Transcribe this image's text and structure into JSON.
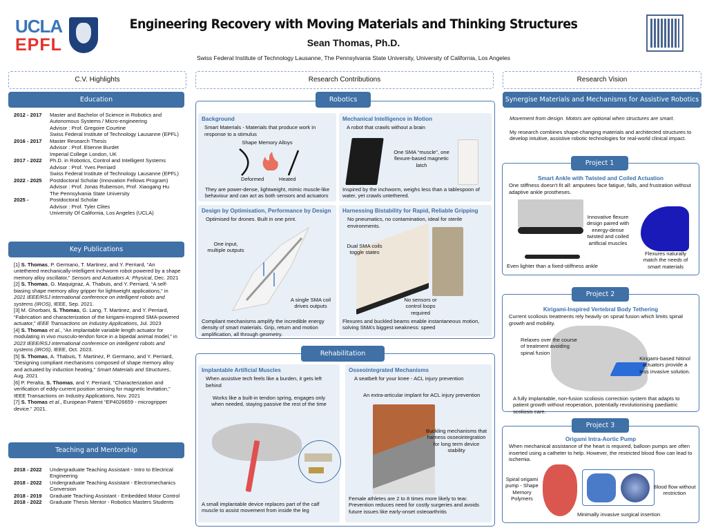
{
  "header": {
    "logo_ucla": "UCLA",
    "logo_epfl": "EPFL",
    "title": "Engineering Recovery with Moving Materials and Thinking Structures",
    "name": "Sean Thomas, Ph.D.",
    "affiliations": "Swiss Federal Institute of Technology Lausanne, The Pennsylvania State University, University of California, Los Angeles"
  },
  "columns": [
    "C.V. Highlights",
    "Research Contributions",
    "Research Vision"
  ],
  "education": {
    "title": "Education",
    "items": [
      {
        "years": "2012 - 2017",
        "lines": [
          "Master and Bachelor of Science in Robotics and Autonomous Systems / Micro-engineering",
          "Advisor : Prof. Gregoire Courtine",
          "Swiss Federal Institute of Technology Lausanne (EPFL)"
        ]
      },
      {
        "years": "2016 - 2017",
        "lines": [
          "Master Research Thesis",
          "Advisor : Prof. Etienne Burdet",
          "Imperial College London, UK"
        ]
      },
      {
        "years": "2017 - 2022",
        "lines": [
          "Ph.D. in Robotics, Control and Intelligent Systems",
          "Advisor : Prof. Yves Perriard",
          "Swiss Federal Institute of Technology Lausanne (EPFL)"
        ]
      },
      {
        "years": "2022 - 2025",
        "lines": [
          "Postdoctoral Scholar (Innovation Fellows Program)",
          "Advisor : Prof. Jonas Rubenson, Prof. Xiaogang Hu",
          "The Pennsylvania State University"
        ]
      },
      {
        "years": "2025 -",
        "lines": [
          "Postdoctoral Scholar",
          "Advisor : Prof. Tyler Clites",
          "University Of California, Los Angeles (UCLA)"
        ]
      }
    ]
  },
  "publications": {
    "title": "Key Publications",
    "items": [
      [
        {
          "t": "[1] "
        },
        {
          "t": "S. Thomas",
          "b": 1
        },
        {
          "t": ", P. Germano, T. Martinez, and Y. Perriard, “An untethered mechanically-intelligent inchworm robot powered by a shape memory alloy oscillator,” "
        },
        {
          "t": "Sensors and Actuators A: Physical",
          "i": 1
        },
        {
          "t": ", Dec. 2021"
        }
      ],
      [
        {
          "t": "[2] "
        },
        {
          "t": "S. Thomas",
          "b": 1
        },
        {
          "t": ", G. Maquignaz, A. Thabuis, and Y. Perriard, “A self-biasing shape memory alloy gripper for lightweight applications,” in "
        },
        {
          "t": "2021 IEEE/RSJ international conference on intelligent robots and systems (IROS)",
          "i": 1
        },
        {
          "t": ", IEEE, Sep. 2021."
        }
      ],
      [
        {
          "t": "[3] M. Ghorbani, "
        },
        {
          "t": "S. Thomas",
          "b": 1
        },
        {
          "t": ", G. Lang, T. Martinez, and Y. Perriard, “Fabrication and characterization of the kirigami-inspired SMA-powered actuator,” "
        },
        {
          "t": "IEEE Transactions on Industry Applications",
          "i": 1
        },
        {
          "t": ", Jul. 2023"
        }
      ],
      [
        {
          "t": "[4] "
        },
        {
          "t": "S. Thomas",
          "b": 1
        },
        {
          "t": " "
        },
        {
          "t": "et al.",
          "i": 1
        },
        {
          "t": ", “An implantable variable length actuator for modulating in vivo musculo-tendon force in a bipedal animal model,” in "
        },
        {
          "t": "2023 IEEE/RSJ international conference on intelligent robots and systems (IROS)",
          "i": 1
        },
        {
          "t": ", IEEE, Oct. 2023."
        }
      ],
      [
        {
          "t": "[5] "
        },
        {
          "t": "S. Thomas",
          "b": 1
        },
        {
          "t": ", A. Thabuis, T. Martinez, P. Germano, and Y. Perriard, “Designing compliant mechanisms composed of shape memory alloy and actuated by induction heating,” "
        },
        {
          "t": "Smart Materials and Structures",
          "i": 1
        },
        {
          "t": ", Aug. 2021"
        }
      ],
      [
        {
          "t": "[6] P. Peralta, "
        },
        {
          "t": "S. Thomas",
          "b": 1
        },
        {
          "t": ", and Y. Perriard, “Characterization and verification of eddy-current position sensing for magnetic levitation,” IEEE Transactions on Industry Applications, Nov. 2021"
        }
      ],
      [
        {
          "t": "[7] "
        },
        {
          "t": "S. Thomas",
          "b": 1
        },
        {
          "t": " "
        },
        {
          "t": "et al.",
          "i": 1
        },
        {
          "t": ", European Patent “EP4026659 - microgripper device.” 2021."
        }
      ]
    ]
  },
  "teaching": {
    "title": "Teaching and Mentorship",
    "items": [
      {
        "years": "2018 - 2022",
        "text": "Undergraduate Teaching Assistant - Intro to Electrical Engineering"
      },
      {
        "years": "2018 - 2022",
        "text": "Undergraduate Teaching Assistant - Electromechanics Conversion"
      },
      {
        "years": "2018 - 2019",
        "text": "Graduate Teaching Assistant - Embedded Motor Control"
      },
      {
        "years": "2018 - 2022",
        "text": "Graduate Thesis Mentor - Robotics Masters Students"
      }
    ]
  },
  "robotics": {
    "title": "Robotics",
    "background": {
      "heading": "Background",
      "intro": "Smart Materials - Materials that produce work in response to a stimulus",
      "sma": "Shape Memory Alloys",
      "deformed": "Deformed",
      "heated": "Heated",
      "footer": "They are power-dense, lightweight, mimic muscle-like behaviour and can act as both sensors and actuators"
    },
    "motion": {
      "heading": "Mechanical Intelligence in Motion",
      "intro": "A robot that crawls without a brain",
      "callout": "One SMA “muscle”, one flexure-based magnetic latch",
      "footer": "Inspired by the inchworm, weighs less than a tablespoon of water, yet crawls untethered."
    },
    "optimisation": {
      "heading": "Design by Optimisation, Performance by Design",
      "intro": "Optimised for drones. Built in one print.",
      "callout1": "One input, multiple outputs",
      "callout2": "A single SMA coil drives outputs",
      "footer": "Compliant mechanisms amplify the incredible energy density of smart materials. Grip, return and motion amplification, all through geometry."
    },
    "bistability": {
      "heading": "Harnessing Bistability for Rapid, Reliable Gripping",
      "intro": "No pneumatics, no contamination, ideal for sterile environments.",
      "callout1": "Dual SMA coils toggle states",
      "callout2": "No sensors or control loops required",
      "footer": "Flexures and buckled beams enable instantaneous motion, solving SMA’s biggest weakness: speed"
    }
  },
  "rehab": {
    "title": "Rehabilitation",
    "muscles": {
      "heading": "Implantable Artificial Muscles",
      "intro": "When assistive tech feels like a burden, it gets left behind",
      "callout": "Works like a built-in tendon spring, engages only when needed, staying passive the rest of the time",
      "footer": "A small implantable device replaces part of the calf muscle to assist movement from inside the leg"
    },
    "osseo": {
      "heading": "Osseointegrated Mechanisms",
      "intro": "A seatbelt for your knee - ACL injury prevention",
      "callout1": "An extra-articular implant for ACL injury prevention",
      "callout2": "Buckling mechanisms that harness osseointegration for long term device stability",
      "footer": "Female athletes are 2 to 8 times more likely to tear. Prevention reduces need for costly surgeries and avoids future issues like early-onset osteoarthritis"
    }
  },
  "vision": {
    "title": "Synergise Materials and Mechanisms for Assistive Robotics",
    "motto": "Movement from design. Motors are optional when structures are smart.",
    "statement": "My research combines shape-changing materials and architected structures to develop intuitive, assistive robotic technologies for real-world clinical impact.",
    "projects": [
      {
        "tab": "Project 1",
        "title": "Smart Ankle with Twisted and Coiled Actuation",
        "intro": "One stiffness doesn't fit all: amputees face fatigue, falls, and frustration without adaptive ankle prostheses.",
        "callout1": "Innovative flexure design paired with energy-dense twisted and coiled artificial muscles",
        "callout2": "Even lighter than a fixed-stiffness ankle",
        "callout3": "Flexures naturally match the needs of smart materials"
      },
      {
        "tab": "Project 2",
        "title": "Kirigami-Inspired Vertebral Body Tethering",
        "intro": "Current scoliosis treatments rely heavily on spinal fusion which limits spinal growth and mobility.",
        "callout1": "Relaxes over the course of treatment avoiding spinal fusion",
        "callout2": "Kirigami-based Nitinol actuators provide a less invasive solution.",
        "footer": "A fully implantable, non-fusion scoliosis correction system that adapts to patient growth without reoperation, potentially revolutionising paediatric scoliosis care."
      },
      {
        "tab": "Project 3",
        "title": "Origami Intra-Aortic Pump",
        "intro": "When mechanical assistance of the heart is required, balloon pumps are often inserted using a catheter to help. However, the restricted blood flow can lead to ischemia.",
        "callout1": "Spiral origami pump - Shape Memory Polymers",
        "callout2": "Blood flow without restriction",
        "callout3": "Minimally invasive surgical insertion"
      }
    ]
  },
  "colors": {
    "accent": "#3f70a6",
    "heading": "#3a6ea8",
    "panel": "#e9eff6",
    "epfl": "#e4312b",
    "ucla": "#2d68c4"
  }
}
